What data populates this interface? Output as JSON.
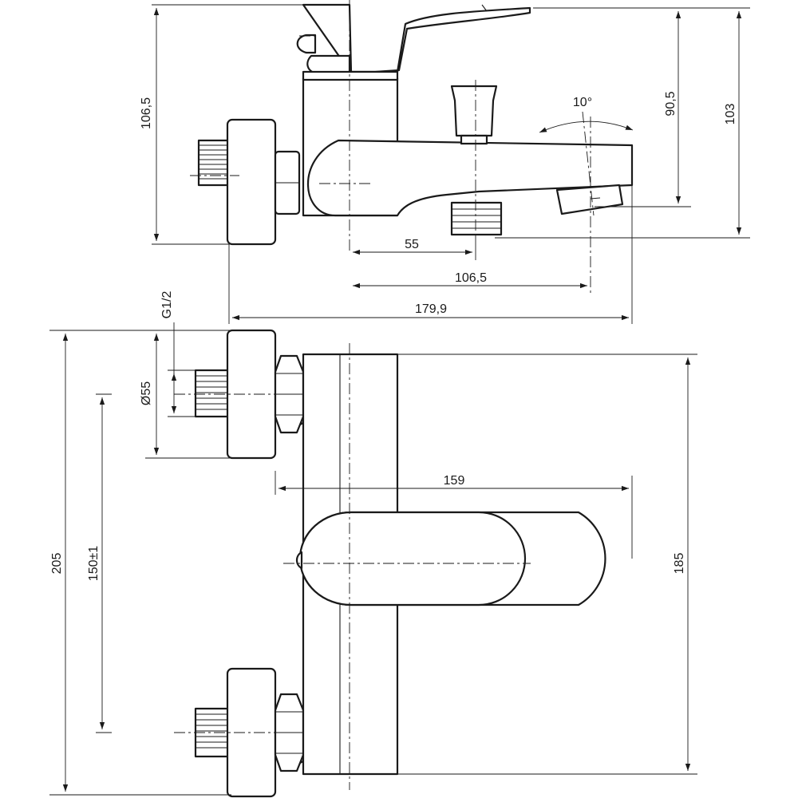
{
  "dimensions": {
    "side_height_handle": "106,5",
    "spout_height": "90,5",
    "total_height": "103",
    "outlet_offset": "55",
    "spout_reach": "106,5",
    "total_depth": "179,9",
    "angle": "10°",
    "thread": "G1/2",
    "escutcheon_diameter": "Ø55",
    "front_height": "205",
    "inlet_spacing": "150±1",
    "handle_length": "159",
    "body_height": "185"
  }
}
